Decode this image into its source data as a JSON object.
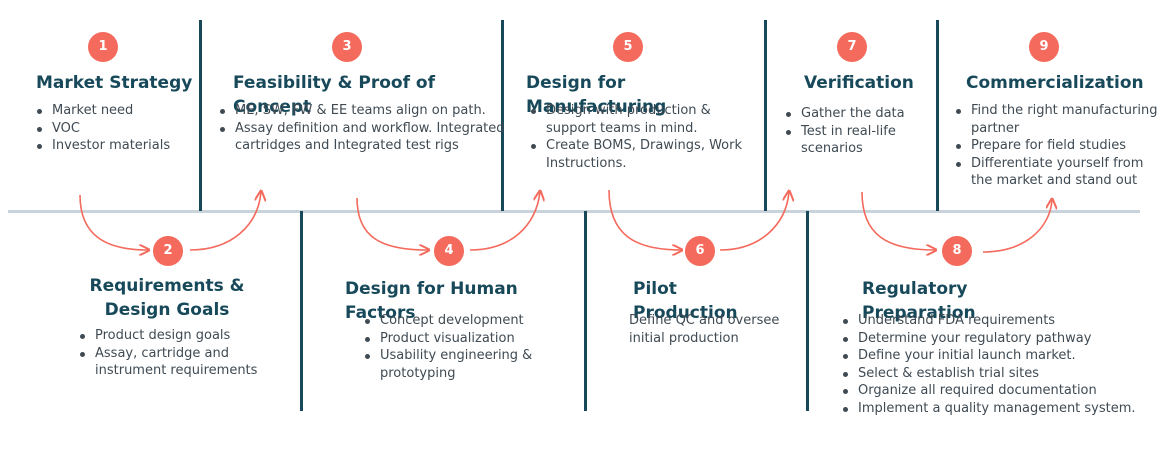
{
  "colors": {
    "accent": "#f46a5c",
    "title": "#17495a",
    "divider": "#17495a",
    "baseline": "#c9d3db",
    "text": "#3f4a53"
  },
  "stages": [
    {
      "number": "1",
      "title": [
        "Market Strategy"
      ],
      "points": [
        "Market need",
        "VOC",
        "Investor materials"
      ]
    },
    {
      "number": "2",
      "title": [
        "Requirements &",
        "Design Goals"
      ],
      "points": [
        "Product design goals",
        "Assay, cartridge and instrument requirements"
      ]
    },
    {
      "number": "3",
      "title": [
        "Feasibility & Proof of Concept"
      ],
      "points": [
        "ME, SW, FW & EE teams align on path.",
        "Assay definition and workflow. Integrated cartridges and Integrated test rigs"
      ]
    },
    {
      "number": "4",
      "title": [
        "Design for Human Factors"
      ],
      "points": [
        "Concept development",
        "Product visualization",
        "Usability engineering & prototyping"
      ]
    },
    {
      "number": "5",
      "title": [
        "Design for Manufacturing"
      ],
      "points": [
        "Design with production & support teams in mind.",
        "Create BOMS, Drawings, Work Instructions."
      ]
    },
    {
      "number": "6",
      "title": [
        "Pilot Production"
      ],
      "text": "Define QC and oversee initial production"
    },
    {
      "number": "7",
      "title": [
        "Verification"
      ],
      "points": [
        "Gather the data",
        "Test in real-life scenarios"
      ]
    },
    {
      "number": "8",
      "title": [
        "Regulatory Preparation"
      ],
      "points": [
        "Understand FDA requirements",
        "Determine your regulatory pathway",
        "Define your initial launch market.",
        "Select & establish trial sites",
        "Organize all required documentation",
        "Implement a quality management system."
      ]
    },
    {
      "number": "9",
      "title": [
        "Commercialization"
      ],
      "points": [
        "Find the right manufacturing partner",
        "Prepare for field studies",
        "Differentiate yourself from the market and stand out"
      ]
    }
  ]
}
